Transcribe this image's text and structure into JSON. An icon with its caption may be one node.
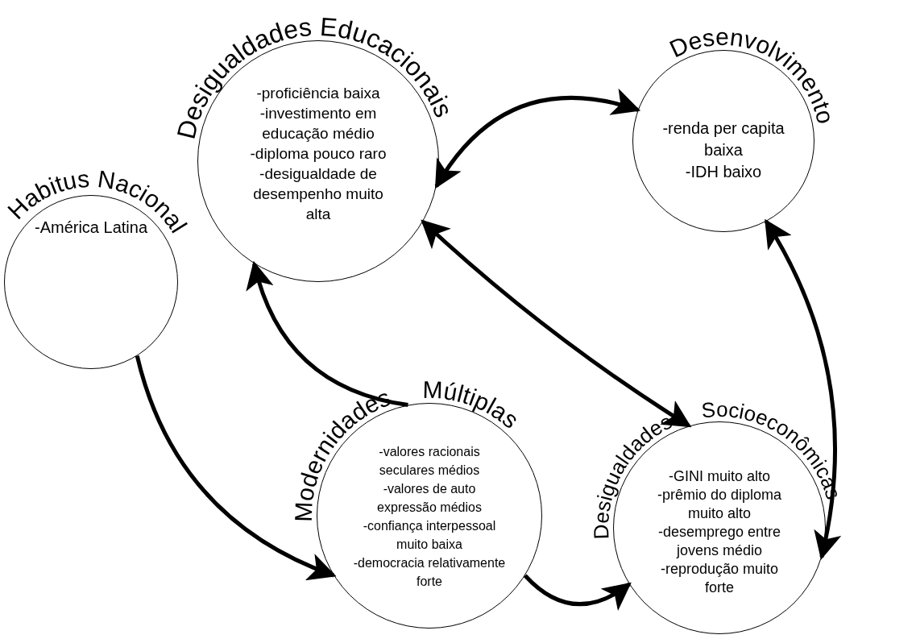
{
  "diagram": {
    "nodes": [
      {
        "text": [
          "Desigualdades Educacionais",
          "-proficiência baixa",
          "-investimento em educação médio",
          "-diploma pouco raro",
          "-desigualdade de desempenho muito alta"
        ]
      },
      {
        "text": [
          "Desenvolvimento",
          "-renda per capita baixa",
          "-IDH baixo"
        ]
      },
      {
        "text": [
          "Habitus Nacional",
          "-América Latina"
        ]
      },
      {
        "text": [
          "Modernidades Múltiplas",
          "-valores racionais seculares médios",
          "-valores de auto expressão médios",
          "-confiança interpessoal muito baixa",
          "-democracia relativamente forte"
        ]
      },
      {
        "text": [
          "Desigualdades Socioeconômicas",
          "-GINI muito alto",
          "-prêmio do diploma muito alto",
          "-desemprego entre jovens médio",
          "-reprodução muito forte"
        ]
      }
    ],
    "edges": [
      {
        "from": 0,
        "to": 1,
        "arrow": "both"
      },
      {
        "from": 0,
        "to": 4,
        "arrow": "both"
      },
      {
        "from": 1,
        "to": 4,
        "arrow": "both"
      },
      {
        "from": 3,
        "to": 0,
        "arrow": "to"
      },
      {
        "from": 2,
        "to": 3,
        "arrow": "to"
      },
      {
        "from": 3,
        "to": 4,
        "arrow": "to"
      }
    ]
  }
}
